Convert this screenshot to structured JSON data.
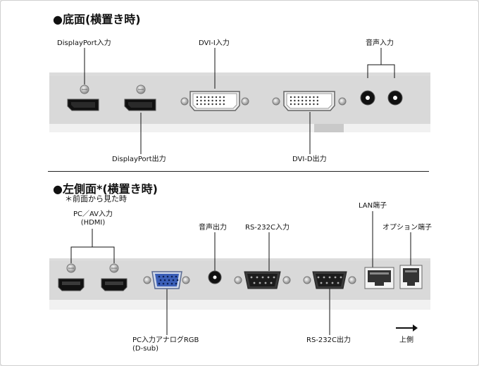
{
  "bottom_view": {
    "title": "●底面(横置き時)",
    "labels": {
      "displayport_in": "DisplayPort入力",
      "dvi_i_in": "DVI-I入力",
      "audio_in": "音声入力",
      "displayport_out": "DisplayPort出力",
      "dvi_d_out": "DVI-D出力"
    }
  },
  "side_view": {
    "title": "●左側面*(横置き時)",
    "note": "＊前面から見た時",
    "labels": {
      "pc_av_in_line1": "PC／AV入力",
      "pc_av_in_line2": "(HDMI)",
      "audio_out": "音声出力",
      "rs232c_in": "RS-232C入力",
      "lan_port": "LAN端子",
      "option_port": "オプション端子",
      "pc_analog_in_line1": "PC入力アナログRGB",
      "pc_analog_in_line2": "(D-sub)",
      "rs232c_out": "RS-232C出力",
      "direction": "上側"
    }
  }
}
